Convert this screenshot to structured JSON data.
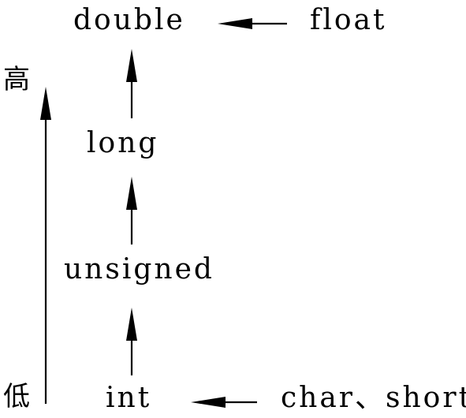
{
  "diagram": {
    "nodes": {
      "double": "double",
      "float": "float",
      "long": "long",
      "unsigned": "unsigned",
      "int": "int",
      "char_short": "char、short"
    },
    "scale": {
      "high_label": "高",
      "low_label": "低"
    },
    "edges": [
      {
        "from": "float",
        "to": "double"
      },
      {
        "from": "long",
        "to": "double"
      },
      {
        "from": "unsigned",
        "to": "long"
      },
      {
        "from": "int",
        "to": "unsigned"
      },
      {
        "from": "char_short",
        "to": "int"
      }
    ],
    "colors": {
      "foreground": "#000000",
      "background": "#ffffff"
    }
  }
}
